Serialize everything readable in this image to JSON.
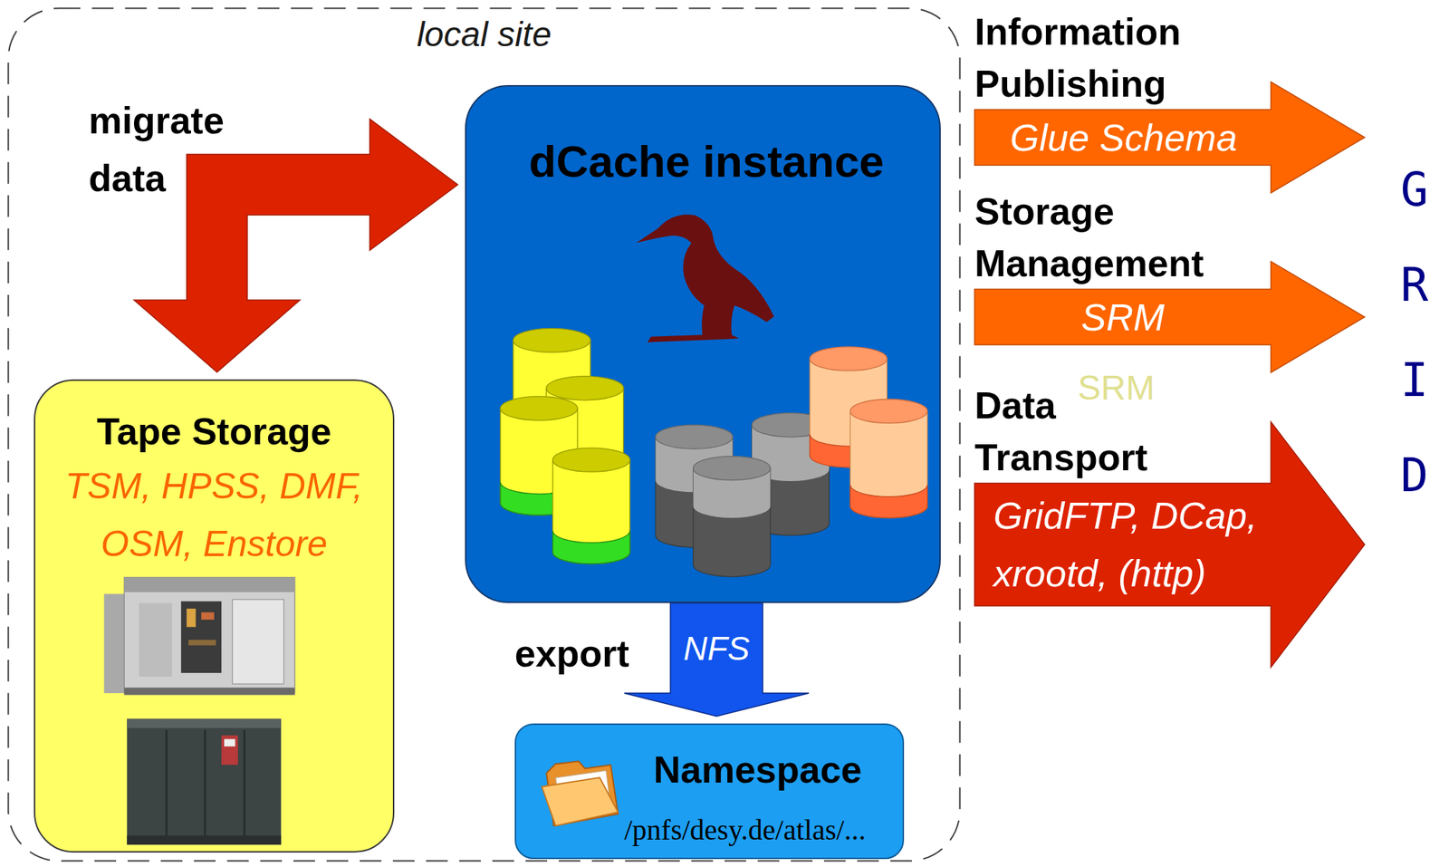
{
  "diagram": {
    "nodes": [
      {
        "text": [
          "local site"
        ]
      },
      {
        "text": [
          "Tape Storage",
          "TSM, HPSS, DMF, OSM, Enstore"
        ],
        "in": 0
      },
      {
        "text": [
          "dCache instance"
        ],
        "in": 0
      },
      {
        "text": [
          "Namespace",
          "/pnfs/desy.de/atlas/..."
        ],
        "in": 0
      },
      {
        "text": [
          "Information Publishing",
          "Glue Schema"
        ]
      },
      {
        "text": [
          "Storage Management",
          "SRM"
        ]
      },
      {
        "text": [
          "Data Transport",
          "GridFTP, DCap, xrootd, (http)"
        ]
      }
    ],
    "edges": [
      {
        "from": 2,
        "to": 1,
        "label": "migrate data",
        "arrow": "both"
      },
      {
        "from": 2,
        "to": 3,
        "label": "NFS",
        "arrow": "to"
      }
    ],
    "labels": [
      "export",
      "SRM",
      "GRID"
    ]
  }
}
